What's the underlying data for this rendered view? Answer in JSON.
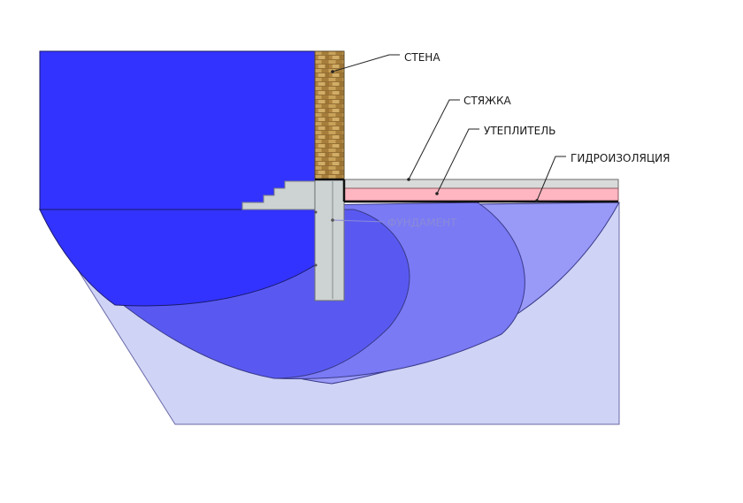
{
  "labels": {
    "wall": "СТЕНА",
    "screed": "СТЯЖКА",
    "insulation": "УТЕПЛИТЕЛЬ",
    "waterproofing": "ГИДРОИЗОЛЯЦИЯ",
    "foundation": "ФУНДАМЕНТ"
  },
  "colors": {
    "room_fill": "#3333ff",
    "zone_1": "#5959f2",
    "zone_2": "#7a7af5",
    "zone_3": "#9999f7",
    "soil": "#cfd3f5",
    "concrete": "#cdd2d2",
    "insulation": "#ffb6c1",
    "screed": "#d9dada",
    "brick": "#b88f48",
    "label_text": "#1a1a1a",
    "foundation_label": "#8a8ad8"
  }
}
